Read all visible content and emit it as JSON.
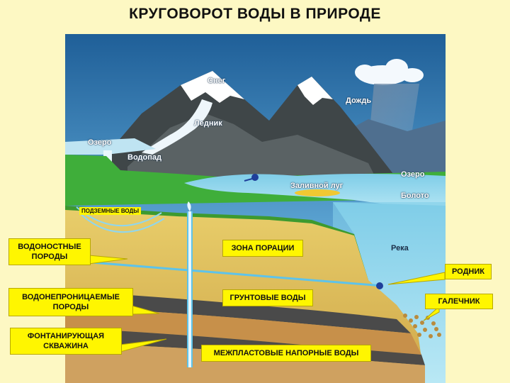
{
  "title": "КРУГОВОРОТ ВОДЫ В ПРИРОДЕ",
  "scene_labels": {
    "snow": "Снег",
    "glacier": "Ледник",
    "rain": "Дождь",
    "lake_left": "Озеро",
    "waterfall": "Водопад",
    "lake_right": "Озеро",
    "floodplain": "Заливной луг",
    "swamp": "Болото",
    "river": "Река"
  },
  "callouts": {
    "underground_water": "ПОДЗЕМНЫЕ ВОДЫ",
    "aquifer_line1": "ВОДОНОСТНЫЕ",
    "aquifer_line2": "ПОРОДЫ",
    "impermeable_line1": "ВОДОНЕПРОНИЦАЕМЫЕ",
    "impermeable_line2": "ПОРОДЫ",
    "well_line1": "ФОНТАНИРУЮЩАЯ",
    "well_line2": "СКВАЖИНА",
    "aeration_zone": "ЗОНА ПОРАЦИИ",
    "groundwater": "ГРУНТОВЫЕ ВОДЫ",
    "artesian": "МЕЖПЛАСТОВЫЕ НАПОРНЫЕ ВОДЫ",
    "spring": "РОДНИК",
    "gravel": "ГАЛЕЧНИК"
  },
  "colors": {
    "page_bg": "#fdf8c3",
    "callout_yellow": "#fff600",
    "sky": "#4f97c9",
    "water": "#8fd6ee",
    "meadow": "#3fae3a",
    "aquifer_sand": "#e1c35a",
    "clay_dark": "#4a4a4a"
  }
}
